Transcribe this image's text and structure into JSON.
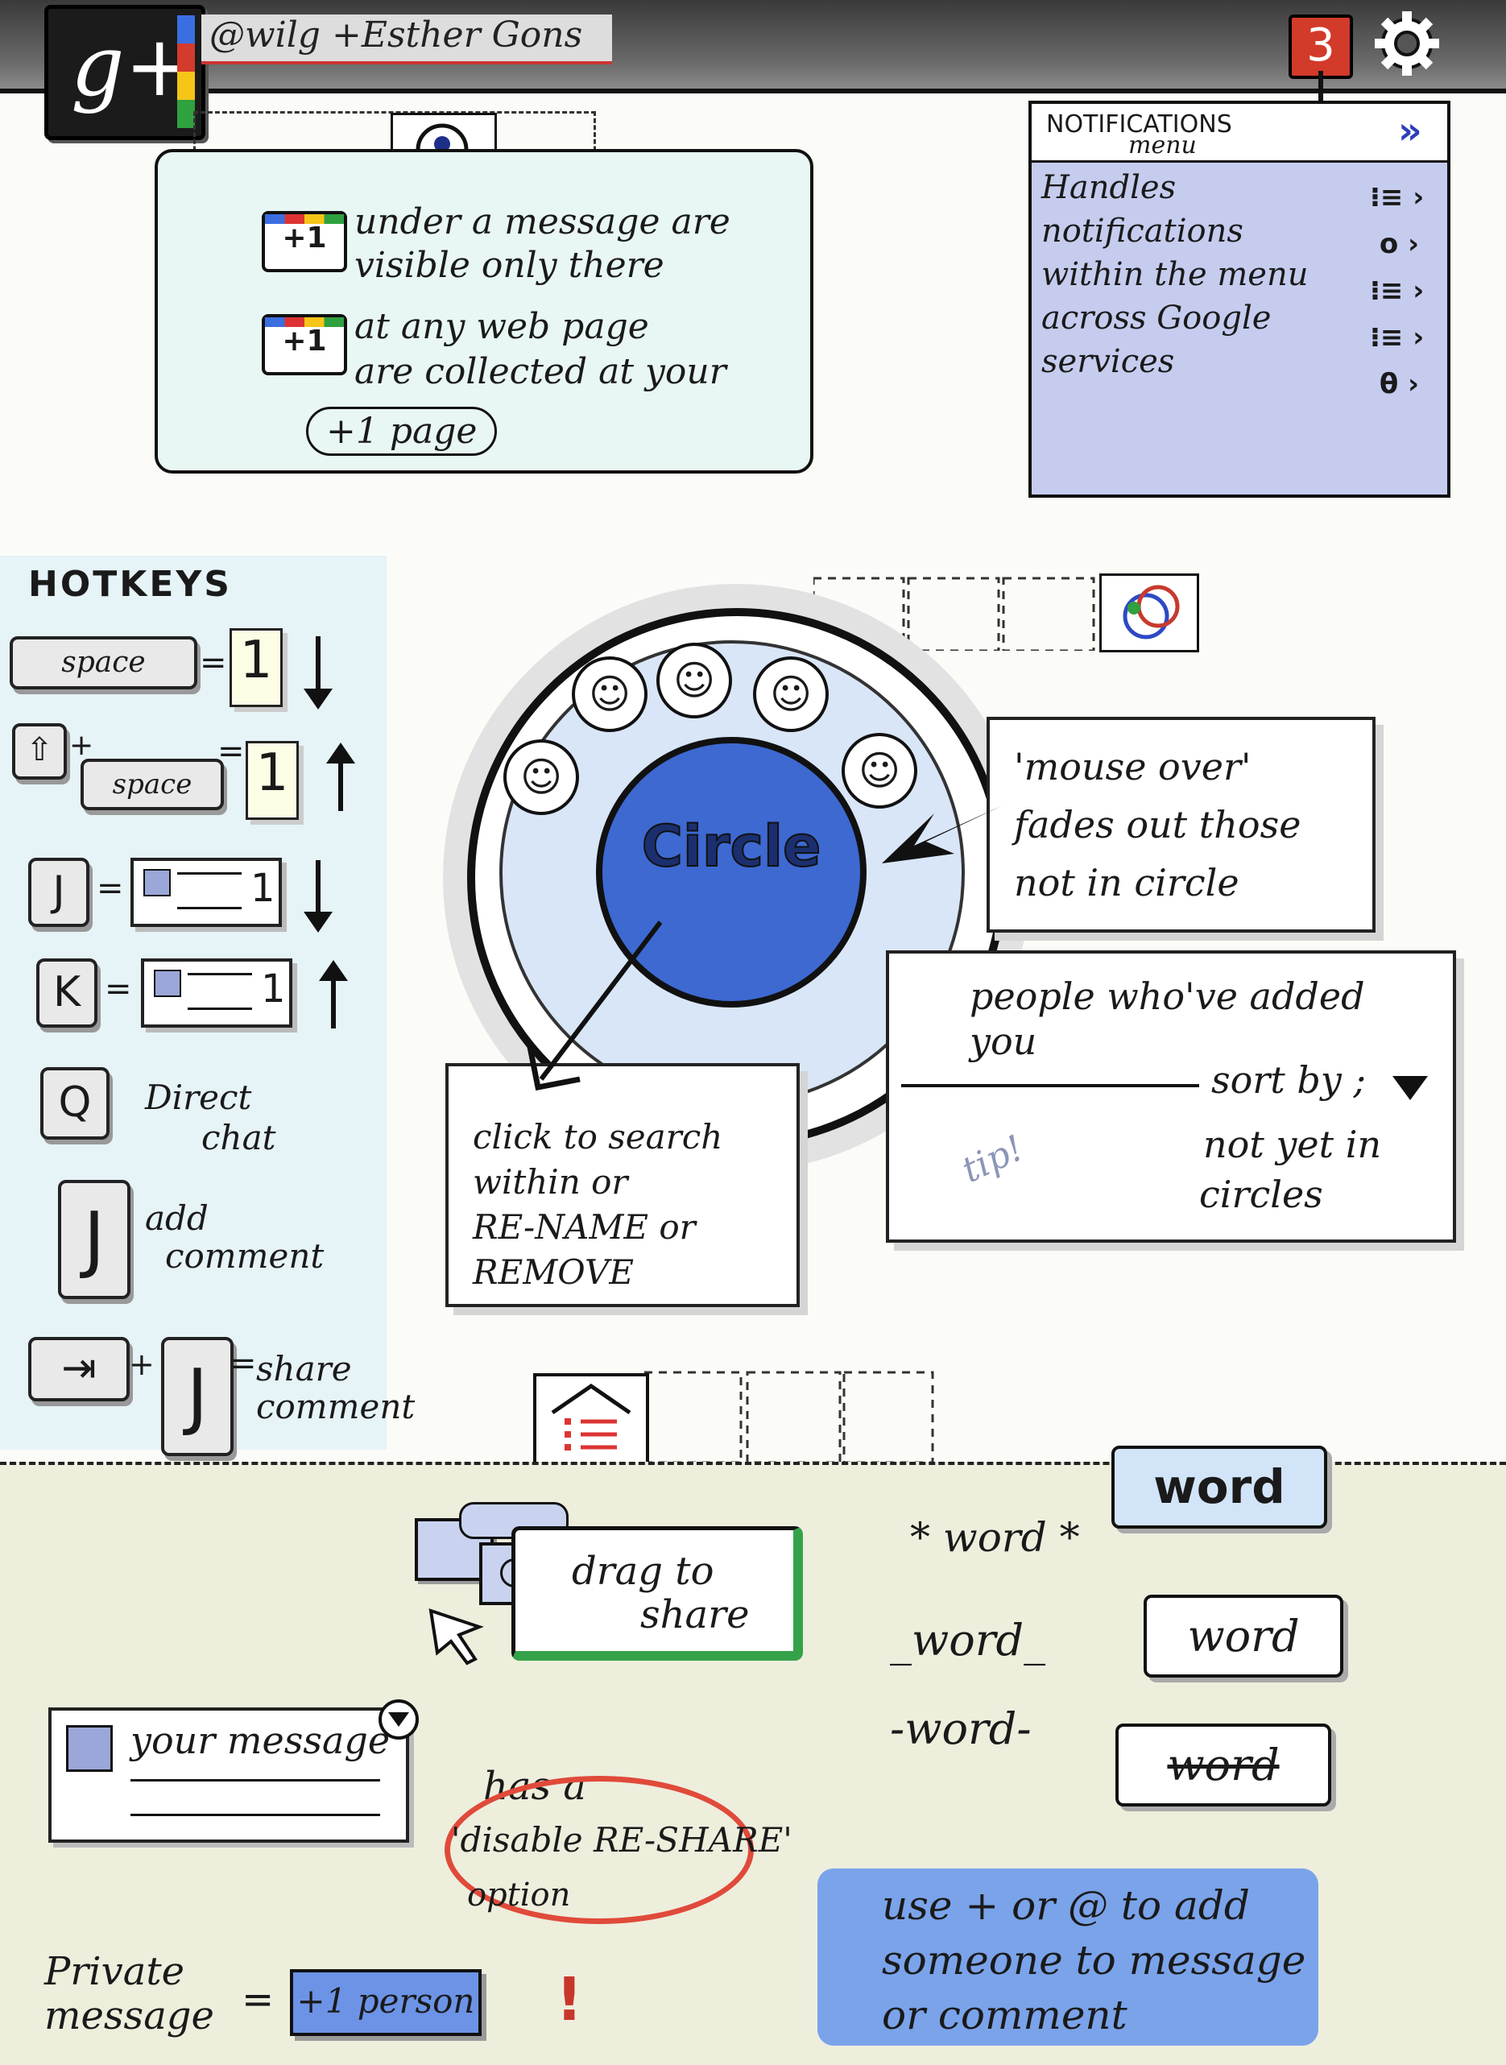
{
  "topbar": {
    "logo_text": "g+",
    "handle": "@wilg +Esther Gons",
    "notification_count": "3",
    "brand_colors": [
      "#3b6ee0",
      "#d33b2c",
      "#f5c518",
      "#2fa13e"
    ]
  },
  "plus_one": {
    "badge_label": "+1",
    "line1a": "under a message are",
    "line1b": "visible only there",
    "line2a": "at any web page",
    "line2b": "are collected at your",
    "line2c": "+1 page"
  },
  "notifications": {
    "title": "NOTIFICATIONS",
    "subtitle": "menu",
    "expand_icon": "double-chevron-right-icon",
    "lines": [
      "Handles",
      "notifications",
      "within the menu",
      "across Google",
      "services"
    ],
    "row_icons": [
      "list-chevron-icon",
      "circle-chevron-icon",
      "list-chevron-icon",
      "list-chevron-icon",
      "circle-chevron-icon"
    ]
  },
  "hotkeys": {
    "title": "HOTKEYS",
    "space_key": "space",
    "shift_symbol": "⇧",
    "j_key": "J",
    "k_key": "K",
    "q_key": "Q",
    "tab_symbol": "⇥",
    "card_number": "1",
    "post_number": "1",
    "q_label_a": "Direct",
    "q_label_b": "chat",
    "j_label_a": "add",
    "j_label_b": "comment",
    "tab_label_a": "share",
    "tab_label_b": "comment",
    "equals": "=",
    "plus": "+"
  },
  "circles": {
    "center_label": "Circle",
    "mouse_over_a": "'mouse over'",
    "mouse_over_b": "fades out those",
    "mouse_over_c": "not in circle",
    "people_a": "people who've added",
    "people_b": "you",
    "sort_by": "sort by ;",
    "tip": "tip!",
    "not_yet_a": "not yet in",
    "not_yet_b": "circles",
    "click_a": "click to search",
    "click_b": "within or",
    "click_c": "RE-NAME or",
    "click_d": "REMOVE"
  },
  "bottom": {
    "drag_a": "drag to",
    "drag_b": "share",
    "bold_src": "* word *",
    "bold_out": "word",
    "italic_src": "_word_",
    "italic_out": "word",
    "strike_src": "-word-",
    "strike_out": "word",
    "your_message": "your message",
    "has_a": "has a",
    "disable_reshare": "'disable RE-SHARE'",
    "option": "option",
    "private_a": "Private",
    "private_b": "message",
    "equals": "=",
    "plus_person": "+1 person",
    "use_a": "use + or @ to add",
    "use_b": "someone to message",
    "use_c": "or comment"
  }
}
